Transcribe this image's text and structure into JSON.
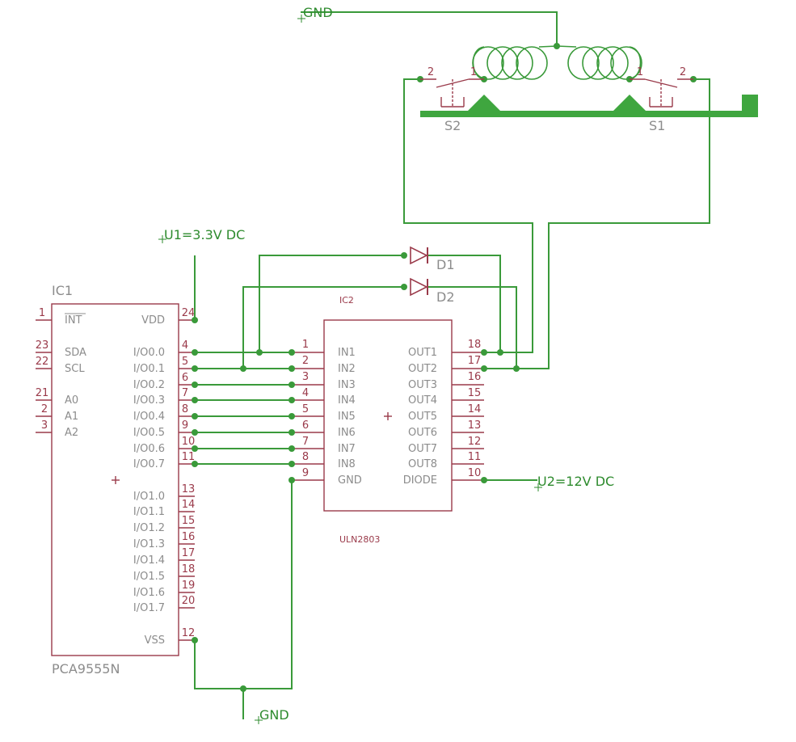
{
  "nets": {
    "gnd_top": "GND",
    "gnd_bottom": "GND",
    "u1": "U1=3.3V DC",
    "u2": "U2=12V DC"
  },
  "ic1": {
    "ref": "IC1",
    "value": "PCA9555N",
    "left_pins": [
      {
        "num": "1",
        "label": "INT"
      },
      {
        "num": "23",
        "label": "SDA"
      },
      {
        "num": "22",
        "label": "SCL"
      },
      {
        "num": "21",
        "label": "A0"
      },
      {
        "num": "2",
        "label": "A1"
      },
      {
        "num": "3",
        "label": "A2"
      }
    ],
    "right_pins": [
      {
        "num": "24",
        "label": "VDD"
      },
      {
        "num": "4",
        "label": "I/O0.0"
      },
      {
        "num": "5",
        "label": "I/O0.1"
      },
      {
        "num": "6",
        "label": "I/O0.2"
      },
      {
        "num": "7",
        "label": "I/O0.3"
      },
      {
        "num": "8",
        "label": "I/O0.4"
      },
      {
        "num": "9",
        "label": "I/O0.5"
      },
      {
        "num": "10",
        "label": "I/O0.6"
      },
      {
        "num": "11",
        "label": "I/O0.7"
      },
      {
        "num": "13",
        "label": "I/O1.0"
      },
      {
        "num": "14",
        "label": "I/O1.1"
      },
      {
        "num": "15",
        "label": "I/O1.2"
      },
      {
        "num": "16",
        "label": "I/O1.3"
      },
      {
        "num": "17",
        "label": "I/O1.4"
      },
      {
        "num": "18",
        "label": "I/O1.5"
      },
      {
        "num": "19",
        "label": "I/O1.6"
      },
      {
        "num": "20",
        "label": "I/O1.7"
      },
      {
        "num": "12",
        "label": "VSS"
      }
    ]
  },
  "ic2": {
    "ref": "IC2",
    "value": "ULN2803",
    "left_pins": [
      {
        "num": "1",
        "label": "IN1"
      },
      {
        "num": "2",
        "label": "IN2"
      },
      {
        "num": "3",
        "label": "IN3"
      },
      {
        "num": "4",
        "label": "IN4"
      },
      {
        "num": "5",
        "label": "IN5"
      },
      {
        "num": "6",
        "label": "IN6"
      },
      {
        "num": "7",
        "label": "IN7"
      },
      {
        "num": "8",
        "label": "IN8"
      },
      {
        "num": "9",
        "label": "GND"
      }
    ],
    "right_pins": [
      {
        "num": "18",
        "label": "OUT1"
      },
      {
        "num": "17",
        "label": "OUT2"
      },
      {
        "num": "16",
        "label": "OUT3"
      },
      {
        "num": "15",
        "label": "OUT4"
      },
      {
        "num": "14",
        "label": "OUT5"
      },
      {
        "num": "13",
        "label": "OUT6"
      },
      {
        "num": "12",
        "label": "OUT7"
      },
      {
        "num": "11",
        "label": "OUT8"
      },
      {
        "num": "10",
        "label": "DIODE"
      }
    ]
  },
  "diodes": {
    "d1": "D1",
    "d2": "D2"
  },
  "switches": {
    "s2": {
      "ref": "S2",
      "pin_left": "2",
      "pin_right": "1"
    },
    "s1": {
      "ref": "S1",
      "pin_left": "1",
      "pin_right": "2"
    }
  }
}
